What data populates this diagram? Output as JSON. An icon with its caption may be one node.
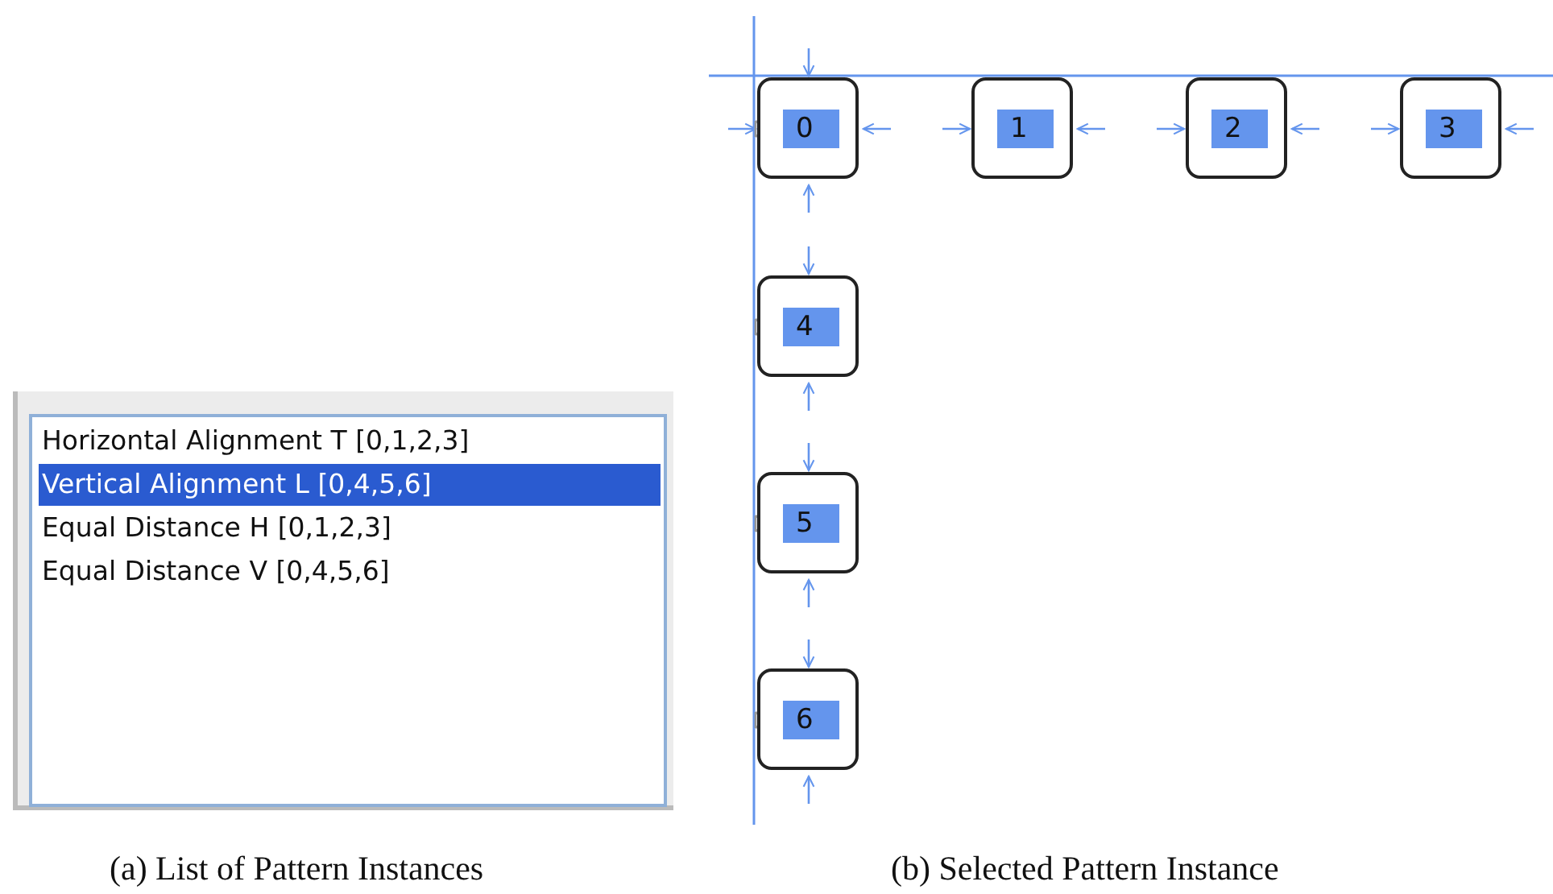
{
  "diagram": {
    "nodes": [
      {
        "text": [
          "0"
        ]
      },
      {
        "text": [
          "1"
        ]
      },
      {
        "text": [
          "2"
        ]
      },
      {
        "text": [
          "3"
        ]
      },
      {
        "text": [
          "4"
        ]
      },
      {
        "text": [
          "5"
        ]
      },
      {
        "text": [
          "6"
        ]
      }
    ],
    "labels": [
      "Horizontal Alignment T [0,1,2,3]",
      "Vertical Alignment L [0,4,5,6]",
      "Equal Distance H [0,1,2,3]",
      "Equal Distance V [0,4,5,6]",
      "(a) List of Pattern Instances",
      "(b) Selected Pattern Instance"
    ]
  }
}
